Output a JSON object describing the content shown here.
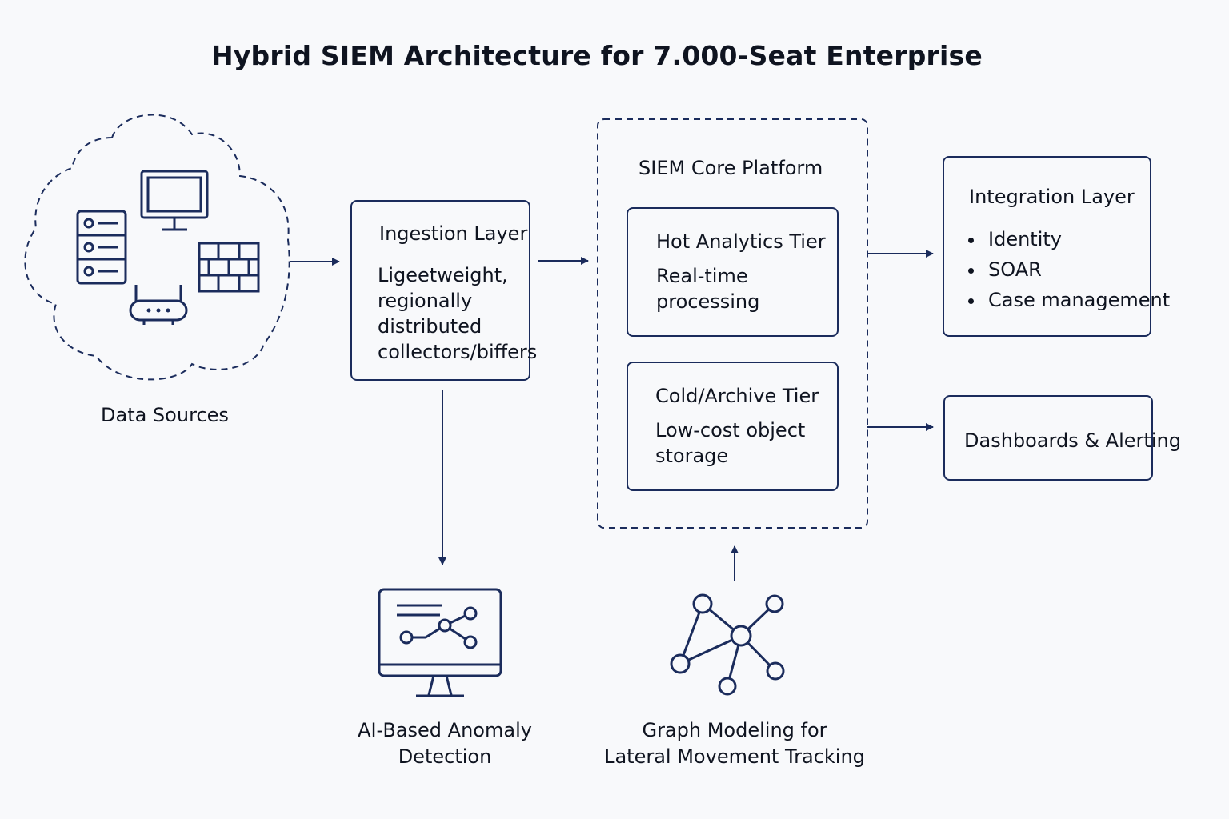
{
  "title": "Hybrid SIEM Architecture for 7.000-Seat Enterprise",
  "data_sources": {
    "label": "Data Sources",
    "icons": [
      "server-icon",
      "monitor-icon",
      "firewall-icon",
      "router-icon"
    ]
  },
  "ingestion": {
    "title": "Ingestion Layer",
    "lines": [
      "Ligeetweight,",
      "regionally",
      "distributed",
      "collectors/biffers"
    ]
  },
  "siem_core": {
    "title": "SIEM Core Platform",
    "hot": {
      "title": "Hot Analytics Tier",
      "lines": [
        "Real-time",
        "processing"
      ]
    },
    "cold": {
      "title": "Cold/Archive Tier",
      "lines": [
        "Low-cost object",
        "storage"
      ]
    }
  },
  "integration": {
    "title": "Integration Layer",
    "items": [
      "Identity",
      "SOAR",
      "Case management"
    ]
  },
  "dashboards": {
    "label": "Dashboards & Alerting"
  },
  "ai_detection": {
    "lines": [
      "AI-Based Anomaly",
      "Detection"
    ],
    "icon": "monitor-chart-icon"
  },
  "graph_modeling": {
    "lines": [
      "Graph Modeling for",
      "Lateral Movement Tracking"
    ],
    "icon": "network-graph-icon"
  },
  "colors": {
    "stroke": "#1b2c5c",
    "text": "#0f1420",
    "background": "#f8f9fb"
  }
}
